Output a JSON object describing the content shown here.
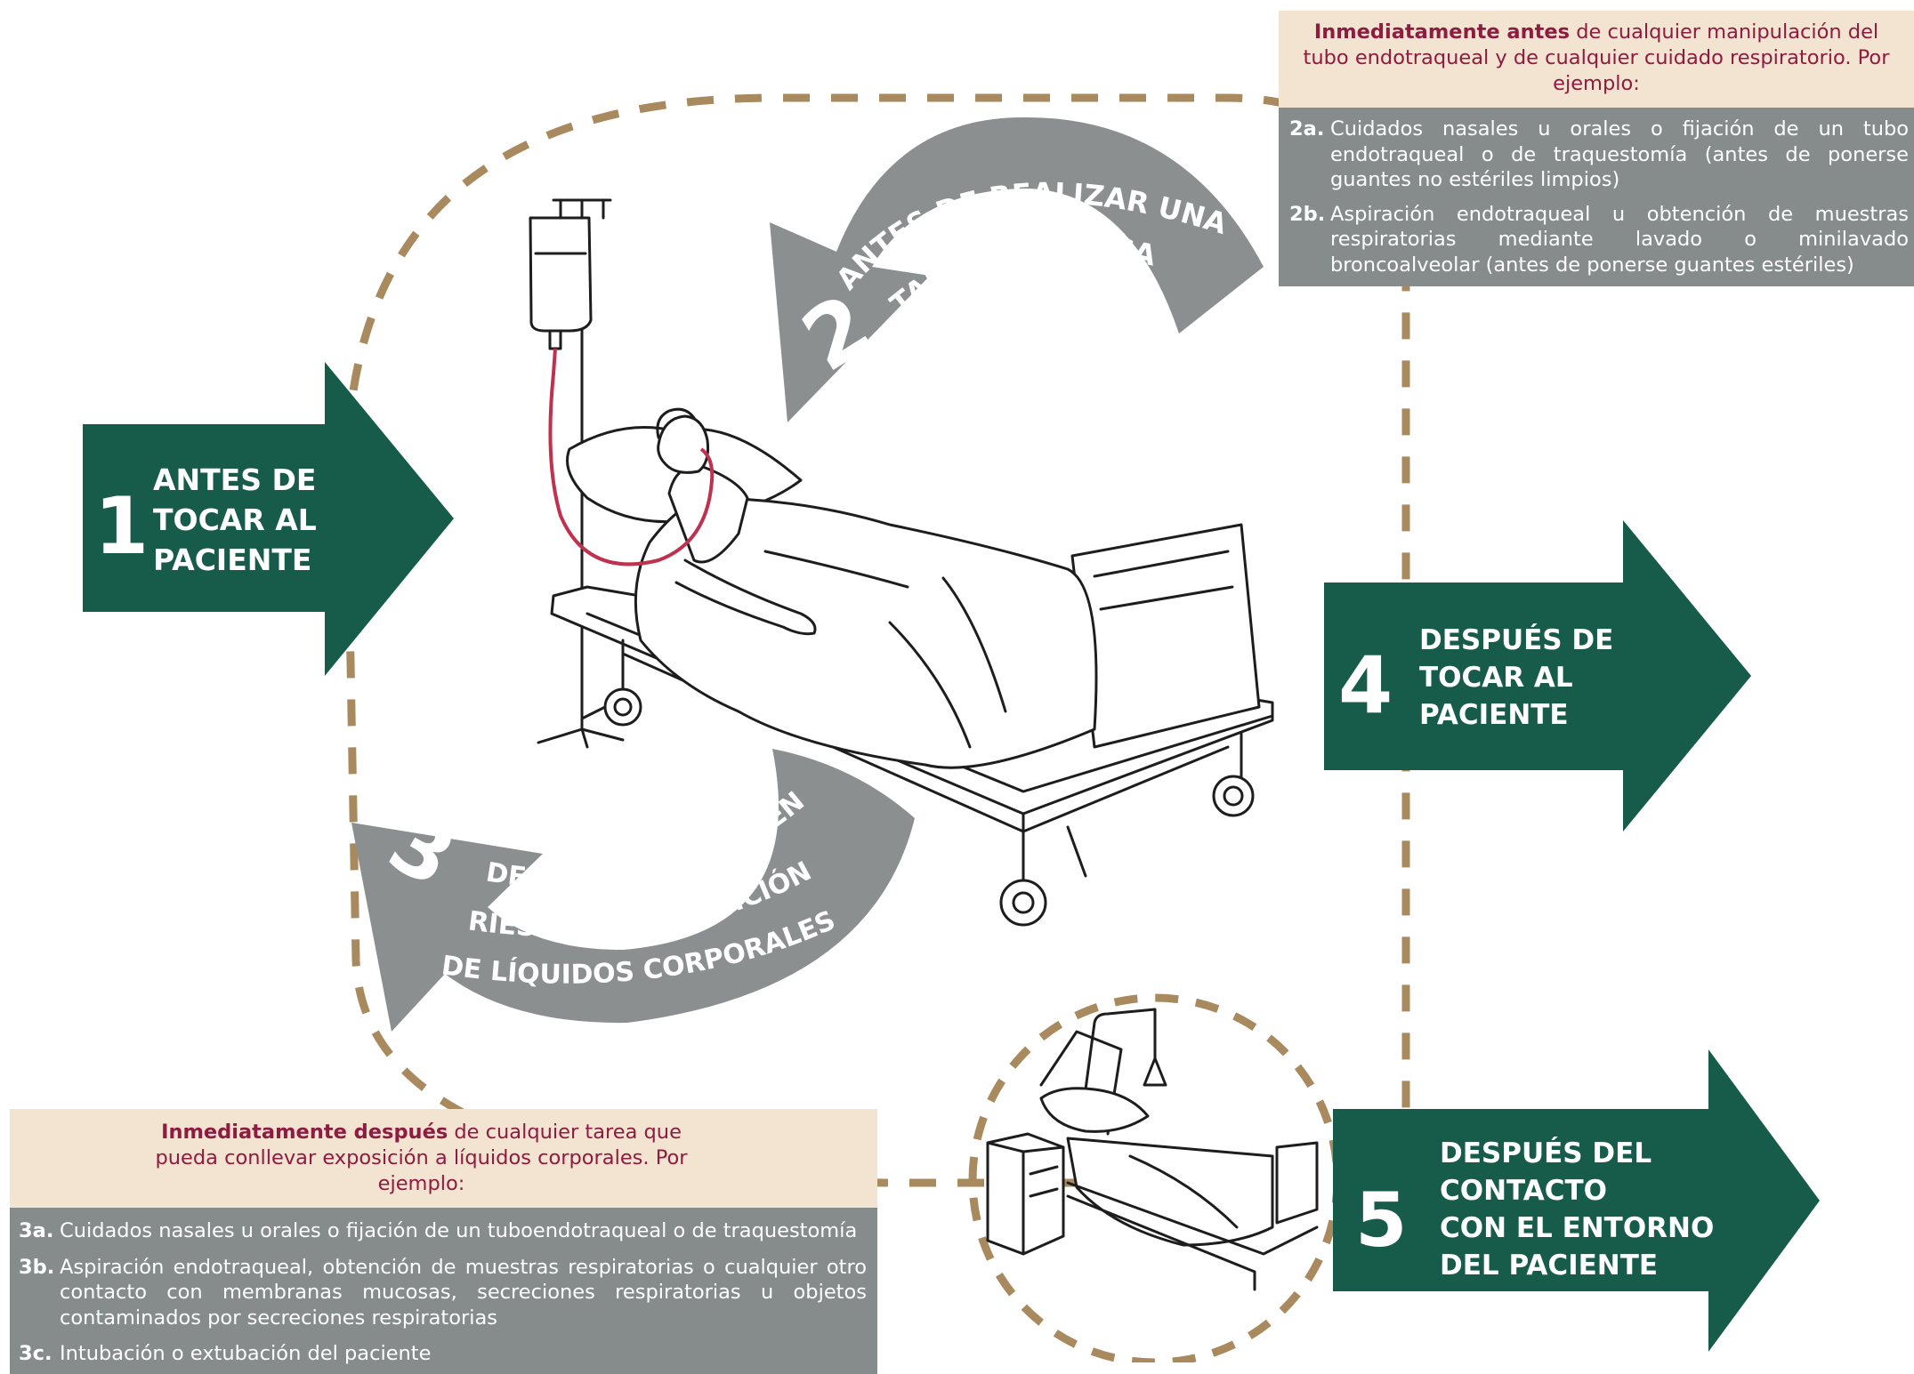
{
  "moments": {
    "m1": {
      "number": "1",
      "lines": [
        "ANTES DE",
        "TOCAR AL",
        "PACIENTE"
      ]
    },
    "m2": {
      "number": "2",
      "line1": "ANTES DE REALIZAR UNA",
      "line2": "TAREA ASÉPTICA"
    },
    "m3": {
      "number": "3",
      "line1": "DESPUÉS DE ESTAR EN",
      "line2": "RIESGO DE EXPOSICIÓN",
      "line3": "DE LÍQUIDOS CORPORALES"
    },
    "m4": {
      "number": "4",
      "lines": [
        "DESPUÉS DE",
        "TOCAR AL",
        "PACIENTE"
      ]
    },
    "m5": {
      "number": "5",
      "lines": [
        "DESPUÉS DEL",
        "CONTACTO",
        "CON EL ENTORNO",
        "DEL PACIENTE"
      ]
    }
  },
  "box_before": {
    "bold": "Inmediatamente antes",
    "rest": " de cualquier manipulación del tubo endotraqueal y de cualquier cuidado respiratorio. Por ejemplo:",
    "items": [
      {
        "code": "2a.",
        "text": "Cuidados nasales u orales o fijación de un tubo endotraqueal o de traquestomía (antes de ponerse guantes no estériles limpios)"
      },
      {
        "code": "2b.",
        "text": "Aspiración endotraqueal u obtención de muestras respiratorias mediante lavado o minilavado broncoalveolar (antes de ponerse guantes estériles)"
      }
    ]
  },
  "box_after": {
    "bold": "Inmediatamente después",
    "rest": " de cualquier tarea que pueda conllevar exposición a líquidos corporales. Por ejemplo:",
    "items": [
      {
        "code": "3a.",
        "text": "Cuidados nasales u orales o fijación de un tuboendotraqueal o de traquestomía"
      },
      {
        "code": "3b.",
        "text": "Aspiración endotraqueal, obtención de muestras respiratorias o cualquier otro contacto con membranas mucosas, secreciones respiratorias u objetos contaminados por secreciones respiratorias"
      },
      {
        "code": "3c.",
        "text": "Intubación o extubación del paciente"
      }
    ]
  },
  "colors": {
    "green": "#175b4b",
    "gray": "#8b8f90",
    "dash": "#a88a5e",
    "tube": "#c0304f",
    "head_bg": "#f3e3d1",
    "body_bg": "#868b8c",
    "accent_text": "#8e1b40"
  },
  "icons": {
    "patient": "patient-in-hospital-bed-icon",
    "environment": "empty-hospital-bed-icon"
  }
}
